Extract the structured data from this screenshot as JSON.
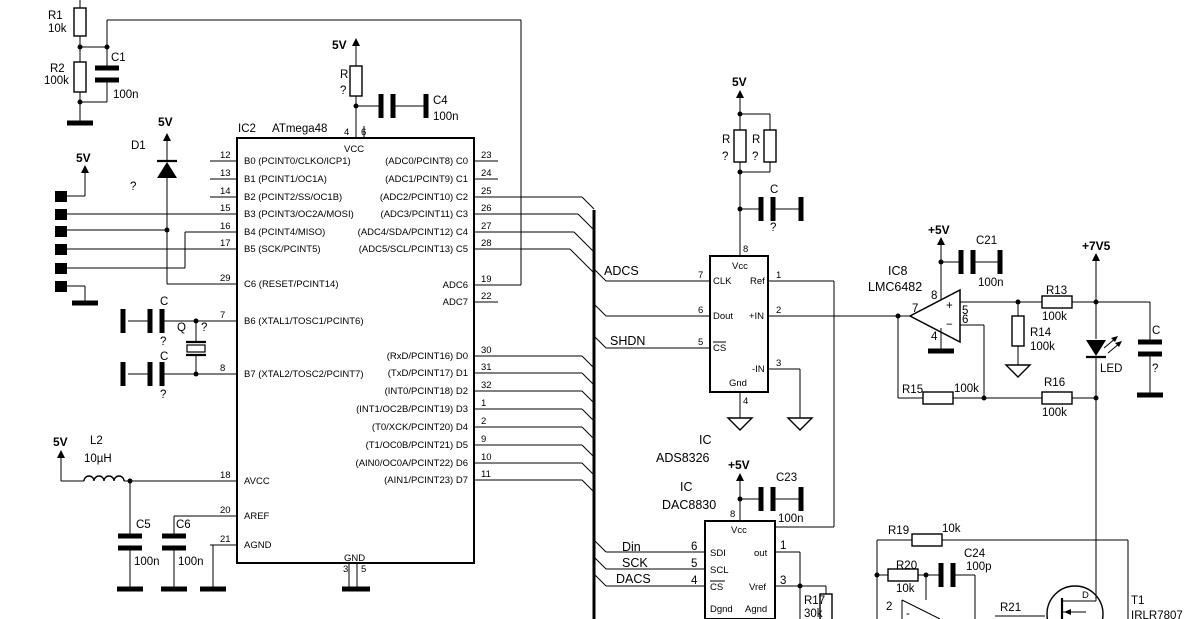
{
  "power": {
    "v5": "5V",
    "pv5": "+5V",
    "pv7v5": "+7V5"
  },
  "r1": {
    "name": "R1",
    "value": "10k"
  },
  "r2": {
    "name": "R2",
    "value": "100k"
  },
  "c1": {
    "name": "C1",
    "value": "100n"
  },
  "d1": {
    "name": "D1",
    "value": "?"
  },
  "r_top": {
    "name": "R",
    "value": "?"
  },
  "c4": {
    "name": "C4",
    "value": "100n"
  },
  "ic2": {
    "ref": "IC2",
    "part": "ATmega48",
    "vcc": "VCC",
    "gnd": "GND",
    "pin4": "4",
    "pin6": "6",
    "pin3": "3",
    "pin5": "5",
    "left_pins": [
      {
        "num": "12",
        "label": "B0 (PCINT0/CLKO/ICP1)"
      },
      {
        "num": "13",
        "label": "B1 (PCINT1/OC1A)"
      },
      {
        "num": "14",
        "label": "B2 (PCINT2/SS/OC1B)"
      },
      {
        "num": "15",
        "label": "B3 (PCINT3/OC2A/MOSI)"
      },
      {
        "num": "16",
        "label": "B4 (PCINT4/MISO)"
      },
      {
        "num": "17",
        "label": "B5 (SCK/PCINT5)"
      },
      {
        "num": "29",
        "label": "C6 (RESET/PCINT14)"
      },
      {
        "num": "7",
        "label": "B6 (XTAL1/TOSC1/PCINT6)"
      },
      {
        "num": "8",
        "label": "B7 (XTAL2/TOSC2/PCINT7)"
      },
      {
        "num": "18",
        "label": "AVCC"
      },
      {
        "num": "20",
        "label": "AREF"
      },
      {
        "num": "21",
        "label": "AGND"
      }
    ],
    "right_pins": [
      {
        "num": "23",
        "label": "(ADC0/PCINT8) C0"
      },
      {
        "num": "24",
        "label": "(ADC1/PCINT9) C1"
      },
      {
        "num": "25",
        "label": "(ADC2/PCINT10) C2"
      },
      {
        "num": "26",
        "label": "(ADC3/PCINT11) C3"
      },
      {
        "num": "27",
        "label": "(ADC4/SDA/PCINT12) C4"
      },
      {
        "num": "28",
        "label": "(ADC5/SCL/PCINT13) C5"
      },
      {
        "num": "19",
        "label": "ADC6"
      },
      {
        "num": "22",
        "label": "ADC7"
      },
      {
        "num": "30",
        "label": "(RxD/PCINT16) D0"
      },
      {
        "num": "31",
        "label": "(TxD/PCINT17) D1"
      },
      {
        "num": "32",
        "label": "(INT0/PCINT18) D2"
      },
      {
        "num": "1",
        "label": "(INT1/OC2B/PCINT19) D3"
      },
      {
        "num": "2",
        "label": "(T0/XCK/PCINT20) D4"
      },
      {
        "num": "9",
        "label": "(T1/OC0B/PCINT21) D5"
      },
      {
        "num": "10",
        "label": "(AIN0/OC0A/PCINT22) D6"
      },
      {
        "num": "11",
        "label": "(AIN1/PCINT23) D7"
      }
    ]
  },
  "xtal": {
    "c": "C",
    "q": "Q",
    "unknown": "?"
  },
  "l2": {
    "name": "L2",
    "value": "10µH"
  },
  "c5": {
    "name": "C5",
    "value": "100n"
  },
  "c6": {
    "name": "C6",
    "value": "100n"
  },
  "adc": {
    "ic": "IC",
    "part": "ADS8326",
    "vcc": "Vcc",
    "gnd": "Gnd",
    "clk": "CLK",
    "dout": "Dout",
    "cs": "CS",
    "ref": "Ref",
    "pin": "+IN",
    "nin": "-IN",
    "p7": "7",
    "p6": "6",
    "p5": "5",
    "p1": "1",
    "p2": "2",
    "p3": "3",
    "p8": "8",
    "p4": "4"
  },
  "nets": {
    "adcs": "ADCS",
    "shdn": "SHDN",
    "din": "Din",
    "sck": "SCK",
    "dacs": "DACS"
  },
  "ref_r": {
    "name": "R",
    "value": "?"
  },
  "ref_c": {
    "name": "C",
    "value": "?"
  },
  "ic8": {
    "ref": "IC8",
    "part": "LMC6482",
    "p8": "8",
    "p7": "7",
    "p5": "5",
    "p6": "6",
    "p4": "4"
  },
  "c21": {
    "name": "C21",
    "value": "100n"
  },
  "r13": {
    "name": "R13",
    "value": "100k"
  },
  "r14": {
    "name": "R14",
    "value": "100k"
  },
  "r15": {
    "name": "R15",
    "value": "100k"
  },
  "r16": {
    "name": "R16",
    "value": "100k"
  },
  "led": {
    "name": "LED"
  },
  "c_out": {
    "name": "C",
    "value": "?"
  },
  "dac": {
    "ic": "IC",
    "part": "DAC8830",
    "vcc": "Vcc",
    "sdi": "SDI",
    "scl": "SCL",
    "cs": "CS",
    "dgnd": "Dgnd",
    "agnd": "Agnd",
    "out": "out",
    "vref": "Vref",
    "p8": "8",
    "p6": "6",
    "p5": "5",
    "p4": "4",
    "p1": "1",
    "p3": "3"
  },
  "c23": {
    "name": "C23",
    "value": "100n"
  },
  "r17": {
    "name": "R17",
    "value": "30k"
  },
  "r19": {
    "name": "R19",
    "value": "10k"
  },
  "r20": {
    "name": "R20",
    "value": "10k"
  },
  "c24": {
    "name": "C24",
    "value": "100p"
  },
  "r21": {
    "name": "R21"
  },
  "t1": {
    "name": "T1",
    "part": "IRLR7807",
    "d": "D",
    "p2": "2",
    "minus": "-"
  }
}
